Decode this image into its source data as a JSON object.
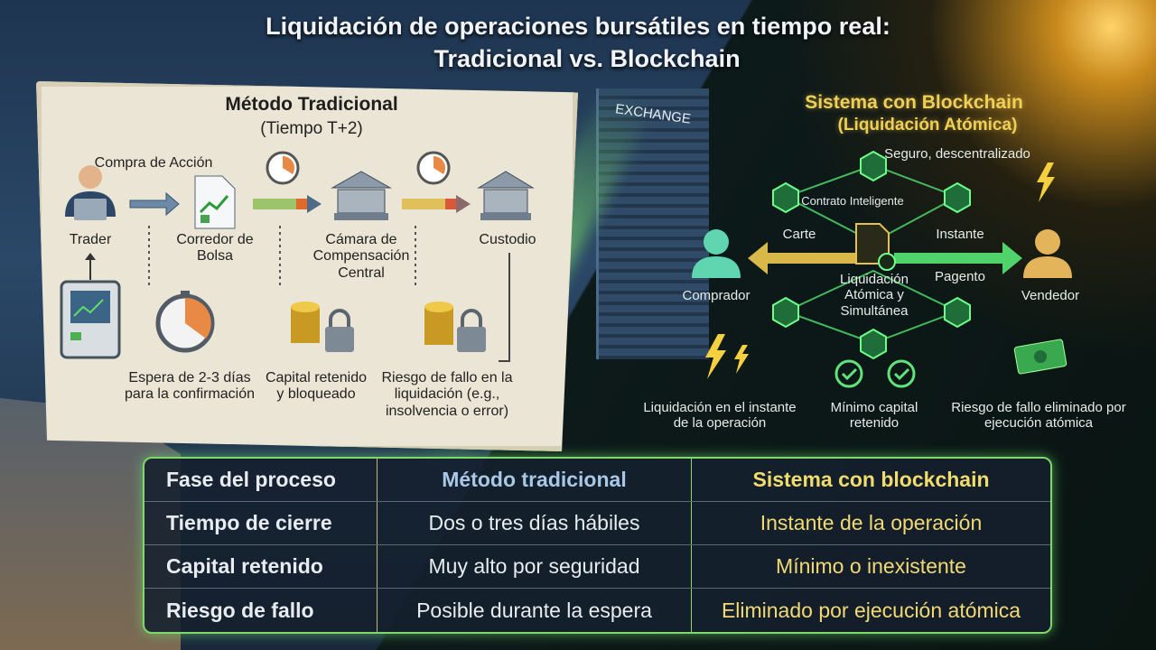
{
  "title": {
    "line1": "Liquidación de operaciones bursátiles en tiempo real:",
    "line2": "Tradicional vs. Blockchain"
  },
  "background": {
    "tower_sign": "EXCHANGE"
  },
  "traditional": {
    "heading": "Método Tradicional",
    "subheading": "(Tiempo T+2)",
    "steps": [
      {
        "label": "Trader",
        "icon": "trader-icon"
      },
      {
        "label": "Corredor de Bolsa",
        "icon": "document-chart-icon"
      },
      {
        "label": "Cámara de Compensación Central",
        "icon": "bank-icon"
      },
      {
        "label": "Custodio",
        "icon": "bank-icon"
      }
    ],
    "arrow_label": "Compra de Acción",
    "issues": [
      {
        "label": "Espera de 2-3 días para la confirmación",
        "icon": "stopwatch-icon"
      },
      {
        "label": "Capital retenido y bloqueado",
        "icon": "coins-lock-icon"
      },
      {
        "label": "Riesgo de fallo en la liquidación (e.g., insolvencia o error)",
        "icon": "coins-lock-icon"
      }
    ]
  },
  "blockchain": {
    "heading": "Sistema con Blockchain",
    "subheading": "(Liquidación Atómica)",
    "network_label": "Seguro, descentralizado",
    "contract_label": "Contrato Inteligente",
    "left_arrow_label": "Carte",
    "right_arrow_top": "Instante",
    "right_arrow_bottom": "Pagento",
    "center_label": "Liquidación Atómica y Simultánea",
    "buyer": "Comprador",
    "seller": "Vendedor",
    "benefits": [
      {
        "label": "Liquidación en el instante de la operación",
        "icon": "lightning-icon"
      },
      {
        "label": "Mínimo capital retenido",
        "icon": "check-circle-icon"
      },
      {
        "label": "Riesgo de fallo eliminado por ejecución atómica",
        "icon": "money-icon"
      }
    ]
  },
  "table": {
    "headers": [
      "Fase del proceso",
      "Método tradicional",
      "Sistema con blockchain"
    ],
    "rows": [
      [
        "Tiempo de cierre",
        "Dos o tres días hábiles",
        "Instante de la operación"
      ],
      [
        "Capital retenido",
        "Muy alto por seguridad",
        "Mínimo o inexistente"
      ],
      [
        "Riesgo de fallo",
        "Posible durante la espera",
        "Eliminado por ejecución atómica"
      ]
    ]
  },
  "colors": {
    "gold": "#f0cf57",
    "green": "#5fe37a",
    "paper": "#ebe5d5"
  }
}
